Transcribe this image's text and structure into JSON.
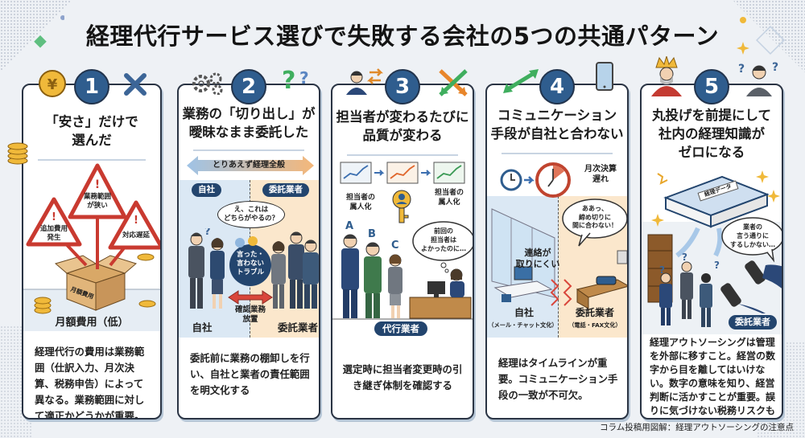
{
  "title": "経理代行サービス選びで失敗する会社の5つの共通パターン",
  "footer": "コラム投稿用図解：経理アウトソーシングの注意点",
  "colors": {
    "badge": "#2f5d8e",
    "warning": "#d9463b",
    "navy": "#23456e",
    "client_bg": "#dbe8f4",
    "vendor_bg": "#fbe7cc",
    "gold": "#f0b93a"
  },
  "panels": [
    {
      "number": "1",
      "title_lines": [
        "「安さ」だけで",
        "選んだ"
      ],
      "icons": [
        "yen-coin-icon",
        "cross-icon"
      ],
      "illustration": {
        "warnings": [
          "業務範囲\nが狭い",
          "追加費用\n発生",
          "対応遅延"
        ],
        "box_label": "月額費用",
        "caption": "月額費用（低）"
      },
      "description": "経理代行の費用は業務範囲（仕訳入力、月次決算、税務申告）によって異なる。業務範囲に対して適正かどうかが重要。"
    },
    {
      "number": "2",
      "title_lines": [
        "業務の「切り出し」が",
        "曖昧なまま委託した"
      ],
      "icons": [
        "gears-icon",
        "question-icon"
      ],
      "illustration": {
        "banner": "とりあえず経理全般",
        "left_tag": "自社",
        "right_tag": "委託業者",
        "speech": "え、これは\nどちらがやるの？",
        "trouble": "言った・\n言わない\nトラブル",
        "arrow_label": "確認業務\n放置",
        "left_caption": "自社",
        "right_caption": "委託業者"
      },
      "description": "委託前に業務の棚卸しを行い、自社と業者の責任範囲を明文化する"
    },
    {
      "number": "3",
      "title_lines": [
        "担当者が変わるたびに",
        "品質が変わる"
      ],
      "icons": [
        "person-swap-icon",
        "crossing-arrows-icon"
      ],
      "illustration": {
        "left_note": "担当者の\n属人化",
        "right_note": "担当者の\n属人化",
        "people": [
          "A",
          "B",
          "C"
        ],
        "thought": "前回の\n担当者は\nよかったのに…",
        "tag": "代行業者"
      },
      "description": "選定時に担当者変更時の引き継ぎ体制を確認する"
    },
    {
      "number": "4",
      "title_lines": [
        "コミュニケーション",
        "手段が自社と合わない"
      ],
      "icons": [
        "double-arrow-icon",
        "smartphone-icon"
      ],
      "illustration": {
        "clock_label": "月次決算\n遅れ",
        "speech": "ああっ、\n締め切りに\n間に合わない！",
        "middle": "連絡が\n取りにくい",
        "left_caption": "自社",
        "left_sub": "（メール・チャット文化）",
        "right_caption": "委託業者",
        "right_sub": "（電話・FAX文化）"
      },
      "description": "経理はタイムラインが重要。コミュニケーション手段の一致が不可欠。"
    },
    {
      "number": "5",
      "title_lines": [
        "丸投げを前提にして",
        "社内の経理知識が",
        "ゼロになる"
      ],
      "icons": [
        "king-icon",
        "confused-person-icon"
      ],
      "illustration": {
        "book_label": "経理データ",
        "speech": "業者の\n言う通りに\nするしかない…",
        "tag": "委託業者"
      },
      "description": "経理アウトソーシングは管理を外部に移すこと。経営の数字から目を離してはいけない。数字の意味を知り、経営判断に活かすことが重要。誤りに気づけない税務リスクもある。"
    }
  ]
}
